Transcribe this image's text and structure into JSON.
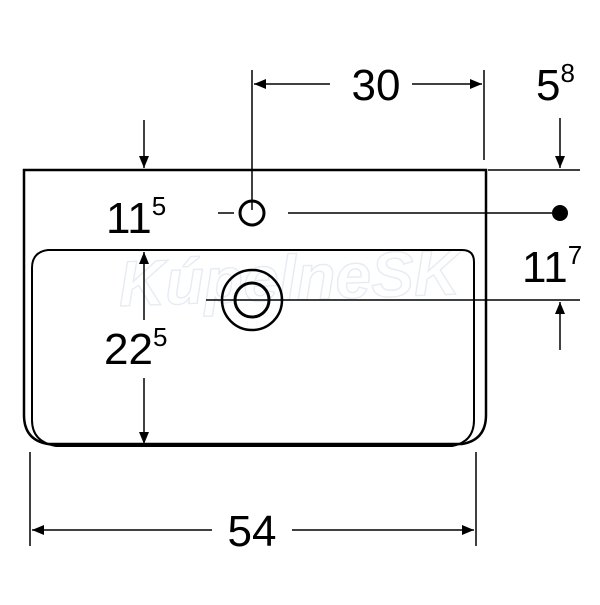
{
  "watermark": "KúpelneSK",
  "dimensions": {
    "hole_offset": {
      "main": "30",
      "sup": ""
    },
    "rim_height": {
      "main": "5",
      "sup": "8"
    },
    "tap_hole_from_edge": {
      "main": "11",
      "sup": "5"
    },
    "tap_to_drain": {
      "main": "11",
      "sup": "7"
    },
    "drain_from_front": {
      "main": "22",
      "sup": "5"
    },
    "width": {
      "main": "54",
      "sup": ""
    }
  },
  "colors": {
    "line": "#000000",
    "watermark": "#e6ecf2",
    "background": "#ffffff"
  }
}
